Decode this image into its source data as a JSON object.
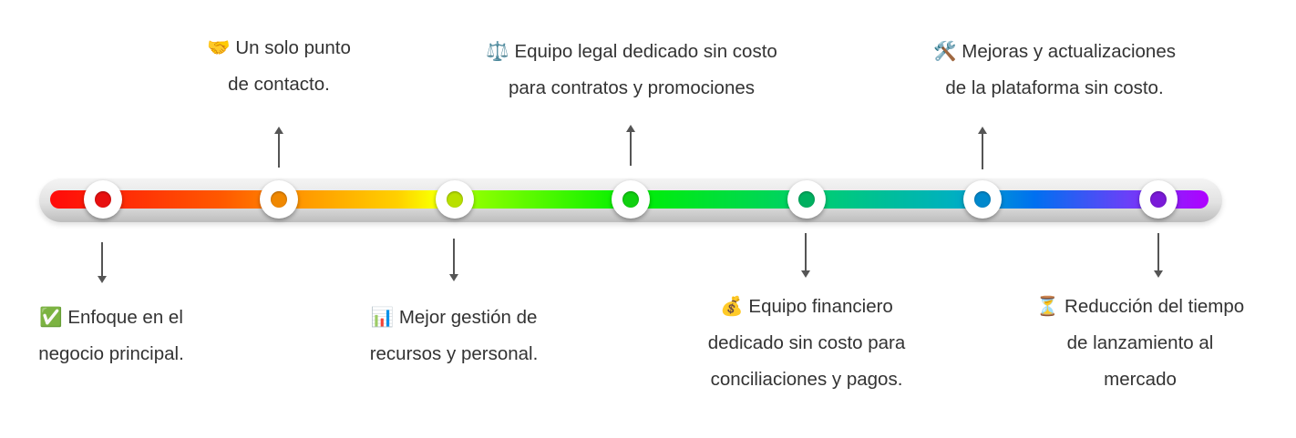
{
  "milestones": [
    {
      "icon": "✅",
      "lines": [
        "Enfoque en el",
        "negocio principal."
      ],
      "color": "#e81010",
      "position": "below"
    },
    {
      "icon": "🤝",
      "lines": [
        "Un solo punto",
        "de contacto."
      ],
      "color": "#f08800",
      "position": "above"
    },
    {
      "icon": "📊",
      "lines": [
        "Mejor gestión de",
        "recursos y personal."
      ],
      "color": "#b8e000",
      "position": "below"
    },
    {
      "icon": "⚖️",
      "lines": [
        "Equipo legal dedicado sin costo",
        "para contratos y promociones"
      ],
      "color": "#10d010",
      "position": "above"
    },
    {
      "icon": "💰",
      "lines": [
        "Equipo financiero",
        "dedicado sin costo para",
        "conciliaciones y pagos."
      ],
      "color": "#00b060",
      "position": "below"
    },
    {
      "icon": "🛠️",
      "lines": [
        "Mejoras y actualizaciones",
        "de la plataforma sin costo."
      ],
      "color": "#0088cc",
      "position": "above"
    },
    {
      "icon": "⏳",
      "lines": [
        "Reducción del tiempo",
        "de lanzamiento al",
        "mercado"
      ],
      "color": "#7a1ad8",
      "position": "below"
    }
  ]
}
